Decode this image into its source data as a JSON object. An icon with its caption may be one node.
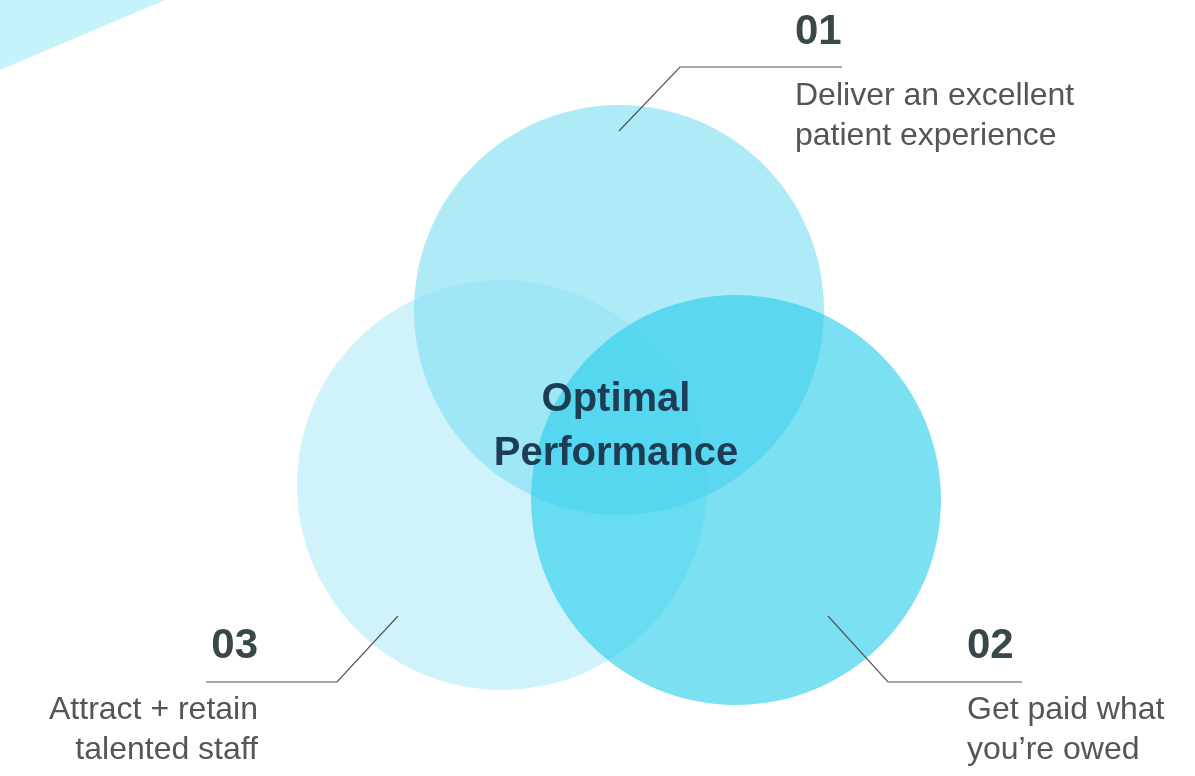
{
  "diagram": {
    "nodes": [
      {
        "text": [
          "01",
          "Deliver an excellent patient experience"
        ]
      },
      {
        "text": [],
        "shape": "circle"
      },
      {
        "text": [],
        "shape": "circle"
      },
      {
        "text": [],
        "shape": "circle"
      },
      {
        "text": [
          "03",
          "Attract + retain talented staff"
        ]
      },
      {
        "text": [
          "02",
          "Get paid what you’re owed"
        ]
      }
    ],
    "edges": [
      {
        "from": 0,
        "to": 1,
        "arrow": "none"
      },
      {
        "from": 5,
        "to": 3,
        "arrow": "none"
      },
      {
        "from": 4,
        "to": 2,
        "arrow": "none"
      }
    ],
    "labels": [
      "Optimal Performance"
    ]
  }
}
